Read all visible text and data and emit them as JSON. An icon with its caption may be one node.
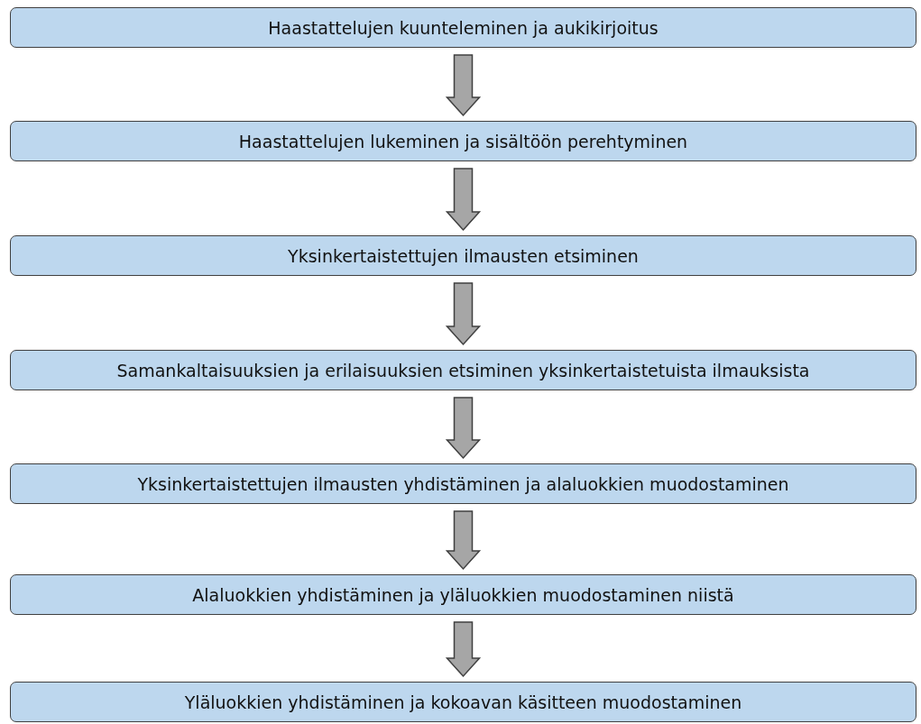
{
  "diagram": {
    "nodes": [
      {
        "text": [
          "Haastattelujen kuunteleminen ja aukikirjoitus"
        ]
      },
      {
        "text": [
          "Haastattelujen lukeminen ja sisältöön perehtyminen"
        ]
      },
      {
        "text": [
          "Yksinkertaistettujen ilmausten etsiminen"
        ]
      },
      {
        "text": [
          "Samankaltaisuuksien ja erilaisuuksien etsiminen yksinkertaistetuista ilmauksista"
        ]
      },
      {
        "text": [
          "Yksinkertaistettujen ilmausten yhdistäminen ja alaluokkien muodostaminen"
        ]
      },
      {
        "text": [
          "Alaluokkien yhdistäminen ja yläluokkien muodostaminen niistä"
        ]
      },
      {
        "text": [
          "Yläluokkien yhdistäminen ja kokoavan käsitteen muodostaminen"
        ]
      }
    ],
    "edges": [
      {
        "from": 0,
        "to": 1,
        "arrow": "to"
      },
      {
        "from": 1,
        "to": 2,
        "arrow": "to"
      },
      {
        "from": 2,
        "to": 3,
        "arrow": "to"
      },
      {
        "from": 3,
        "to": 4,
        "arrow": "to"
      },
      {
        "from": 4,
        "to": 5,
        "arrow": "to"
      },
      {
        "from": 5,
        "to": 6,
        "arrow": "to"
      }
    ]
  }
}
